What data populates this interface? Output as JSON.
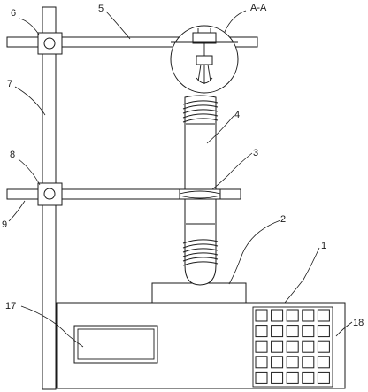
{
  "labels": {
    "l1": "1",
    "l2": "2",
    "l3": "3",
    "l4": "4",
    "l5": "5",
    "l6": "6",
    "l7": "7",
    "l8": "8",
    "l9": "9",
    "l17": "17",
    "l18": "18",
    "section": "A-A"
  },
  "keypad": {
    "rows": 5,
    "cols": 5
  }
}
